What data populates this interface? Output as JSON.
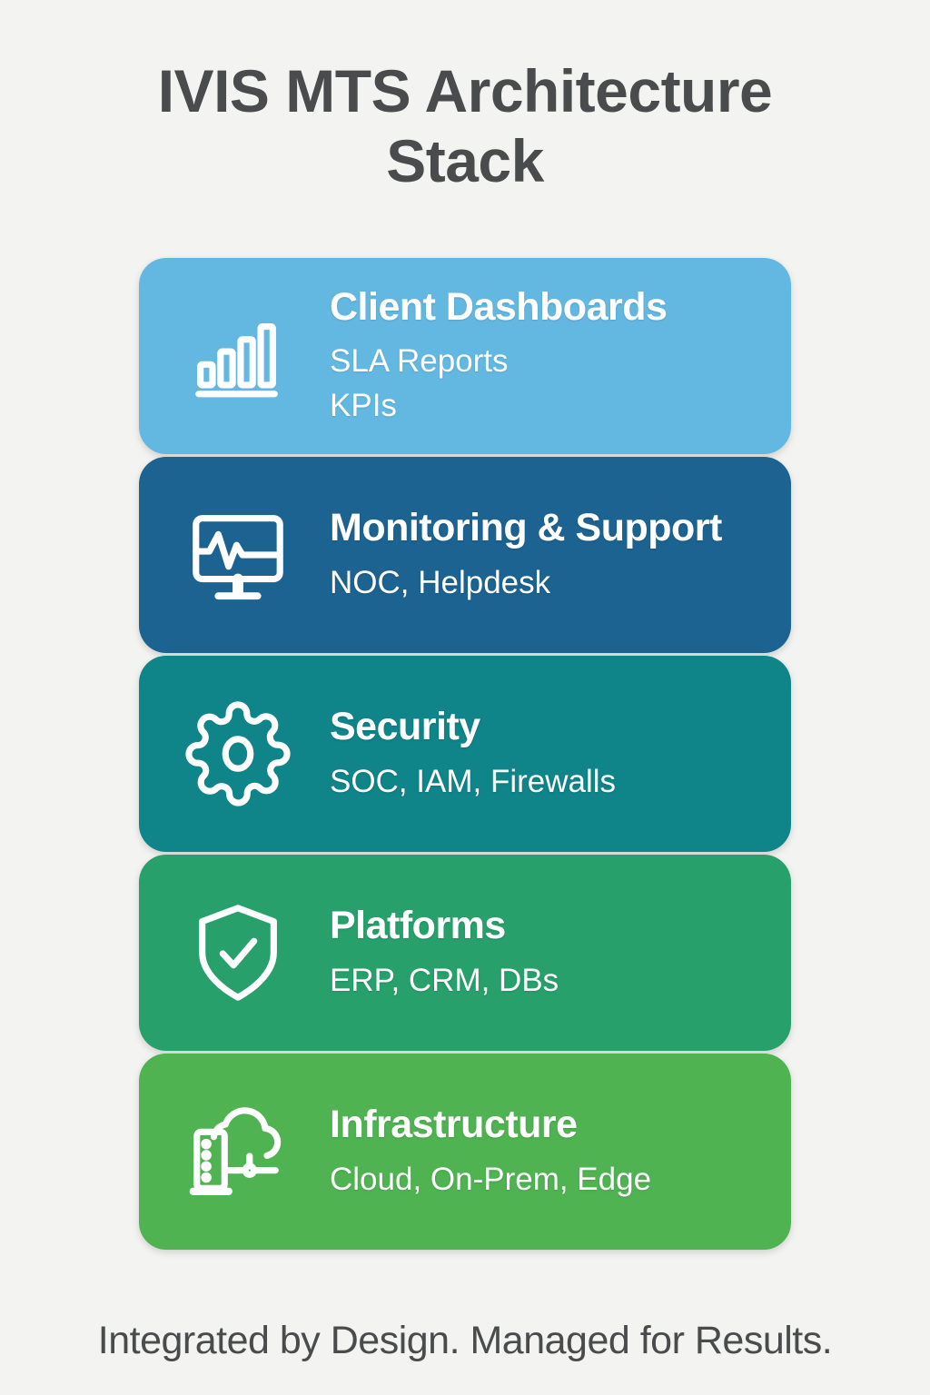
{
  "title": "IVIS MTS Architecture Stack",
  "footer": "Integrated by Design. Managed for Results.",
  "layers": [
    {
      "name": "Client Dashboards",
      "details": [
        "SLA Reports",
        "KPIs"
      ],
      "color": "#63b8e1",
      "icon": "bar-chart-icon"
    },
    {
      "name": "Monitoring & Support",
      "details": [
        "NOC, Helpdesk"
      ],
      "color": "#1c6391",
      "icon": "monitor-pulse-icon"
    },
    {
      "name": "Security",
      "details": [
        "SOC, IAM, Firewalls"
      ],
      "color": "#0f8489",
      "icon": "gear-icon"
    },
    {
      "name": "Platforms",
      "details": [
        "ERP, CRM, DBs"
      ],
      "color": "#27a06b",
      "icon": "shield-check-icon"
    },
    {
      "name": "Infrastructure",
      "details": [
        "Cloud, On-Prem, Edge"
      ],
      "color": "#4fb352",
      "icon": "cloud-server-icon"
    }
  ]
}
